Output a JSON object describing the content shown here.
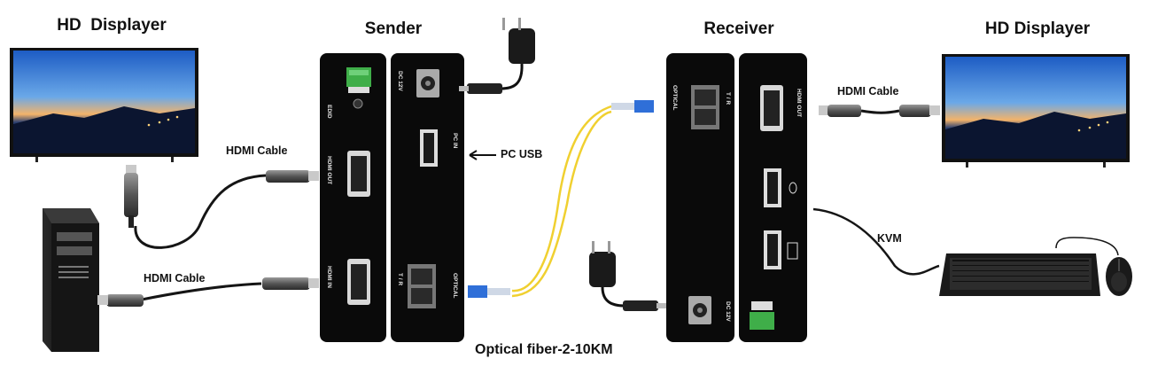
{
  "titles": {
    "left_display": "HD  Displayer",
    "sender": "Sender",
    "receiver": "Receiver",
    "right_display": "HD Displayer"
  },
  "labels": {
    "hdmi_cable_top_left": "HDMI Cable",
    "hdmi_cable_bottom_left": "HDMI Cable",
    "pc_usb": "PC USB",
    "hdmi_cable_right": "HDMI Cable",
    "kvm": "KVM",
    "optical_fiber": "Optical fiber-2-10KM"
  },
  "sender_ports": {
    "edid": "EDID",
    "hdmi_out": "HDMI OUT",
    "hdmi_in": "HDMI IN",
    "dc": "DC 12V",
    "pc_in": "PC IN",
    "tr": "T / R",
    "optical": "OPTICAL"
  },
  "receiver_ports": {
    "optical": "OPTICAL",
    "tr": "T / R",
    "hdmi_out": "HDMI OUT",
    "dc": "DC 12V"
  },
  "icons": [
    "tv-icon",
    "pc-tower-icon",
    "power-adapter-icon",
    "keyboard-icon",
    "mouse-icon",
    "hdmi-connector-icon",
    "fiber-connector-icon",
    "usb-port-icon"
  ],
  "colors": {
    "device_body": "#0a0a0a",
    "fiber": "#f0d030",
    "terminal_block": "#3fae49",
    "screen_sky": "#2c6fd0",
    "connector_blue": "#2f6fd8"
  }
}
